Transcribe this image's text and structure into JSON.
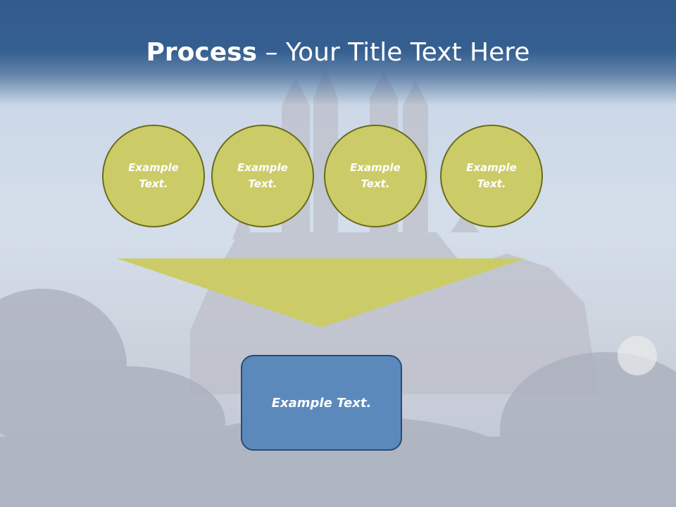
{
  "title": {
    "bold": "Process",
    "rest": " – Your Title Text Here"
  },
  "steps": [
    {
      "label": "Example Text."
    },
    {
      "label": "Example Text."
    },
    {
      "label": "Example Text."
    },
    {
      "label": "Example Text."
    }
  ],
  "result": {
    "label": "Example Text."
  },
  "colors": {
    "title_band": "#355f90",
    "circle_fill": "#cbcc68",
    "circle_border": "#6b6b1c",
    "funnel_fill": "#cbcc68",
    "box_fill": "#5b89bb",
    "box_border": "#294a74"
  }
}
